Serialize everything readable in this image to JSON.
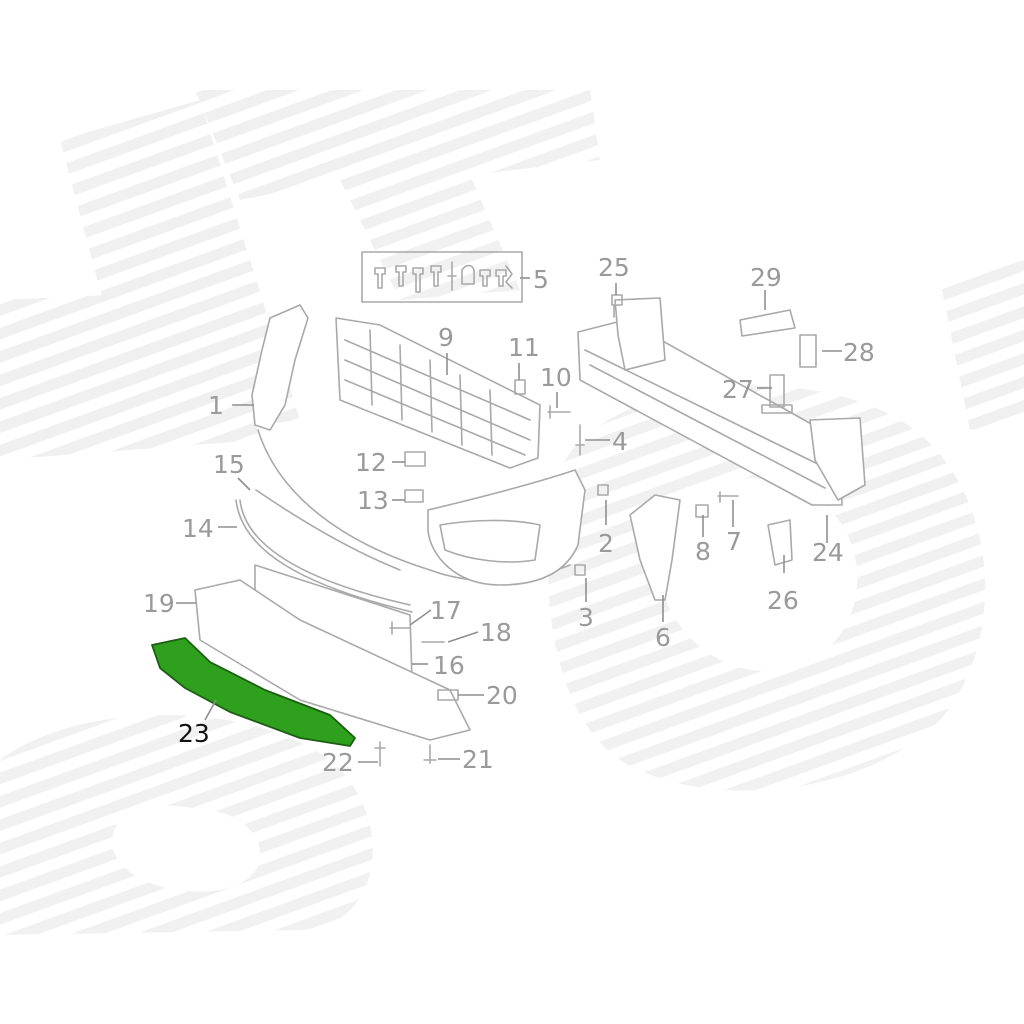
{
  "diagram": {
    "highlight_color": "#2fa01e",
    "line_color": "#a9a9a9",
    "callouts": [
      {
        "id": "1",
        "label": "1"
      },
      {
        "id": "2",
        "label": "2"
      },
      {
        "id": "3",
        "label": "3"
      },
      {
        "id": "4",
        "label": "4"
      },
      {
        "id": "5",
        "label": "5"
      },
      {
        "id": "6",
        "label": "6"
      },
      {
        "id": "7",
        "label": "7"
      },
      {
        "id": "8",
        "label": "8"
      },
      {
        "id": "9",
        "label": "9"
      },
      {
        "id": "10",
        "label": "10"
      },
      {
        "id": "11",
        "label": "11"
      },
      {
        "id": "12",
        "label": "12"
      },
      {
        "id": "13",
        "label": "13"
      },
      {
        "id": "14",
        "label": "14"
      },
      {
        "id": "15",
        "label": "15"
      },
      {
        "id": "16",
        "label": "16"
      },
      {
        "id": "17",
        "label": "17"
      },
      {
        "id": "18",
        "label": "18"
      },
      {
        "id": "19",
        "label": "19"
      },
      {
        "id": "20",
        "label": "20"
      },
      {
        "id": "21",
        "label": "21"
      },
      {
        "id": "22",
        "label": "22"
      },
      {
        "id": "23",
        "label": "23",
        "highlighted": true
      },
      {
        "id": "24",
        "label": "24"
      },
      {
        "id": "25",
        "label": "25"
      },
      {
        "id": "26",
        "label": "26"
      },
      {
        "id": "27",
        "label": "27"
      },
      {
        "id": "28",
        "label": "28"
      },
      {
        "id": "29",
        "label": "29"
      }
    ]
  }
}
